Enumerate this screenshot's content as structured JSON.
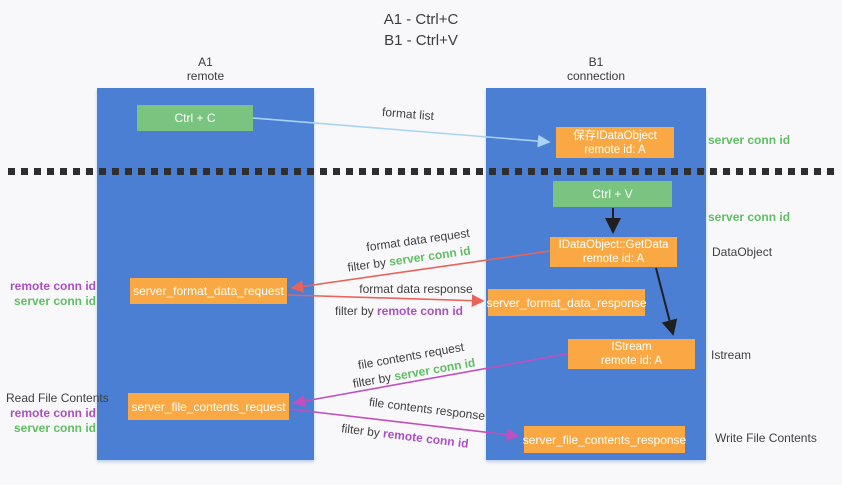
{
  "title": {
    "line1": "A1 - Ctrl+C",
    "line2": "B1 - Ctrl+V"
  },
  "lanes": {
    "left": {
      "header_line1": "A1",
      "header_line2": "remote"
    },
    "right": {
      "header_line1": "B1",
      "header_line2": "connection"
    }
  },
  "nodes": {
    "ctrl_c": "Ctrl + C",
    "ctrl_v": "Ctrl + V",
    "save_idataobject": {
      "line1": "保存IDataObject",
      "line2": "remote id: A"
    },
    "getdata": {
      "line1": "IDataObject::GetData",
      "line2": "remote id: A"
    },
    "istream": {
      "line1": "IStream",
      "line2": "remote id: A"
    },
    "server_format_data_request": "server_format_data_request",
    "server_format_data_response": "server_format_data_response",
    "server_file_contents_request": "server_file_contents_request",
    "server_file_contents_response": "server_file_contents_response"
  },
  "arrow_labels": {
    "format_list": "format list",
    "format_data_request": "format data request",
    "format_data_response": "format data response",
    "file_contents_request": "file contents request",
    "file_contents_response": "file contents response",
    "filter_prefix": "filter by ",
    "server_conn_id": "server conn id",
    "remote_conn_id": "remote conn id"
  },
  "side_labels": {
    "server_conn_id": "server conn id",
    "remote_conn_id": "remote conn id",
    "dataobject": "DataObject",
    "istream": "Istream",
    "read_file_contents": "Read File Contents",
    "write_file_contents": "Write File Contents"
  },
  "colors": {
    "lane_blue": "#4a7fd4",
    "node_orange": "#f9a843",
    "node_green": "#79c47e",
    "text_green": "#5fbf63",
    "text_purple": "#ad4fc4",
    "arrow_red": "#e8635a",
    "arrow_magenta": "#c24fbe",
    "arrow_light_blue": "#a9d3f2",
    "arrow_black": "#1f1f1f",
    "label_dark": "#3f3f3f"
  }
}
